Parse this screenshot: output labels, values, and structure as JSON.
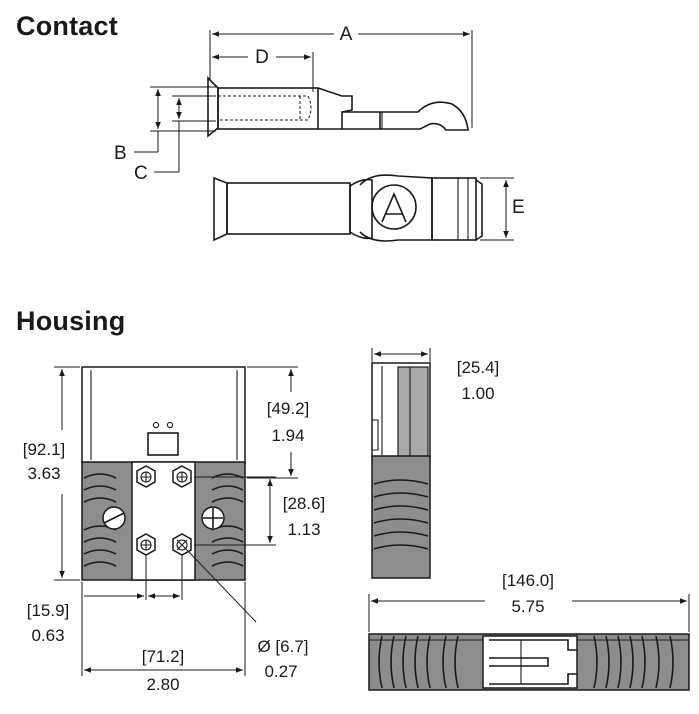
{
  "headings": {
    "contact": "Contact",
    "housing": "Housing"
  },
  "contact_dims": {
    "a": "A",
    "b": "B",
    "c": "C",
    "d": "D",
    "e": "E"
  },
  "housing_dims": {
    "height_mm": "[92.1]",
    "height_in": "3.63",
    "upper_mm": "[49.2]",
    "upper_in": "1.94",
    "hole_spacing_v_mm": "[28.6]",
    "hole_spacing_v_in": "1.13",
    "hole_spacing_h_mm": "[15.9]",
    "hole_spacing_h_in": "0.63",
    "width_mm": "[71.2]",
    "width_in": "2.80",
    "hole_dia_mm": "Ø [6.7]",
    "hole_dia_in": "0.27",
    "thickness_mm": "[25.4]",
    "thickness_in": "1.00",
    "length_mm": "[146.0]",
    "length_in": "5.75"
  },
  "colors": {
    "housing_fill": "#8d8d8d",
    "line": "#1a1a1a"
  },
  "icons": {
    "brand_logo": "anderson-triangle-logo-icon"
  }
}
